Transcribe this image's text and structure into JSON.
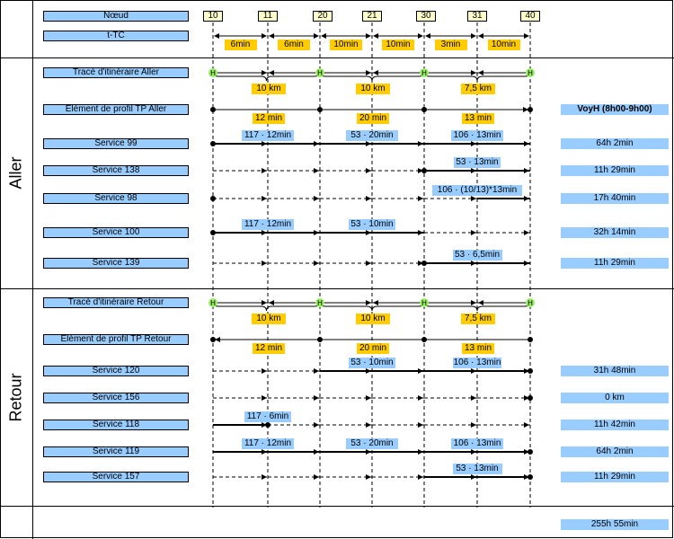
{
  "header": {
    "row_labels": {
      "noeud": "Nœud",
      "ttc": "t-TC"
    },
    "nodes": [
      "10",
      "11",
      "20",
      "21",
      "30",
      "31",
      "40"
    ],
    "times": [
      "6min",
      "6min",
      "10min",
      "10min",
      "3min",
      "10min"
    ]
  },
  "sections": {
    "aller": "Aller",
    "retour": "Retour"
  },
  "aller": {
    "trace_label": "Tracé d'itinéraire Aller",
    "distances": [
      "10 km",
      "10 km",
      "7,5 km"
    ],
    "profil_label": "Elément de profil TP Aller",
    "profil_times": [
      "12 min",
      "20 min",
      "13 min"
    ],
    "voyh": "VoyH (8h00-9h00)",
    "services": [
      {
        "name": "Service 99",
        "labels": [
          "117 · 12min",
          "53 · 20min",
          "106 · 13min"
        ],
        "result": "64h 2min"
      },
      {
        "name": "Service 138",
        "labels": [
          "53 · 13min"
        ],
        "result": "11h 29min"
      },
      {
        "name": "Service 98",
        "labels": [
          "106 · (10/13)*13min"
        ],
        "result": "17h 40min"
      },
      {
        "name": "Service 100",
        "labels": [
          "117 · 12min",
          "53 · 10min"
        ],
        "result": "32h 14min"
      },
      {
        "name": "Service 139",
        "labels": [
          "53 · 6,5min"
        ],
        "result": "11h 29min"
      }
    ]
  },
  "retour": {
    "trace_label": "Tracé d'itinéraire Retour",
    "distances": [
      "10 km",
      "10 km",
      "7,5 km"
    ],
    "profil_label": "Elément de profil TP Retour",
    "profil_times": [
      "12 min",
      "20 min",
      "13 min"
    ],
    "services": [
      {
        "name": "Service 120",
        "labels": [
          "53 · 10min",
          "106 · 13min"
        ],
        "result": "31h 48min"
      },
      {
        "name": "Service 156",
        "labels": [],
        "result": "0 km"
      },
      {
        "name": "Service 118",
        "labels": [
          "117 · 6min"
        ],
        "result": "11h 42min"
      },
      {
        "name": "Service 119",
        "labels": [
          "117 · 12min",
          "53 · 20min",
          "106 · 13min"
        ],
        "result": "64h 2min"
      },
      {
        "name": "Service 157",
        "labels": [
          "53 · 13min"
        ],
        "result": "11h 29min"
      }
    ]
  },
  "total": "255h 55min"
}
